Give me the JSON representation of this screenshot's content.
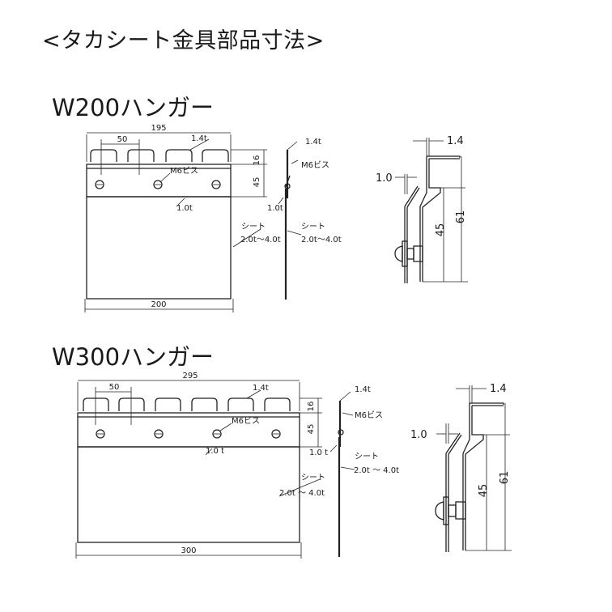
{
  "page_title": "<タカシート金具部品寸法>",
  "sections": [
    {
      "heading": "W200ハンガー",
      "front": {
        "width_top": "195",
        "width_bottom": "200",
        "slot_pitch": "50",
        "plate_t": "1.4t",
        "screw": "M6ビス",
        "base_t": "1.0t",
        "height_top": "16",
        "height_mid": "45",
        "sheet_label": "シート",
        "sheet_range": "2.0t～4.0t"
      },
      "side": {
        "plate_t": "1.4t",
        "screw": "M6ビス",
        "base_t": "1.0t",
        "sheet_label": "シート",
        "sheet_range": "2.0t～4.0t"
      },
      "detail": {
        "top": "1.4",
        "left": "1.0",
        "inner": "45",
        "outer": "61"
      }
    },
    {
      "heading": "W300ハンガー",
      "front": {
        "width_top": "295",
        "width_bottom": "300",
        "slot_pitch": "50",
        "plate_t": "1.4t",
        "screw": "M6ビス",
        "base_t": "1.0 t",
        "height_top": "16",
        "height_mid": "45",
        "sheet_label": "シート",
        "sheet_range": "2.0t ～ 4.0t"
      },
      "side": {
        "plate_t": "1.4t",
        "screw": "M6ビス",
        "base_t": "1.0 t",
        "sheet_label": "シート",
        "sheet_range": "2.0t ～ 4.0t"
      },
      "detail": {
        "top": "1.4",
        "left": "1.0",
        "inner": "45",
        "outer": "61"
      }
    }
  ]
}
